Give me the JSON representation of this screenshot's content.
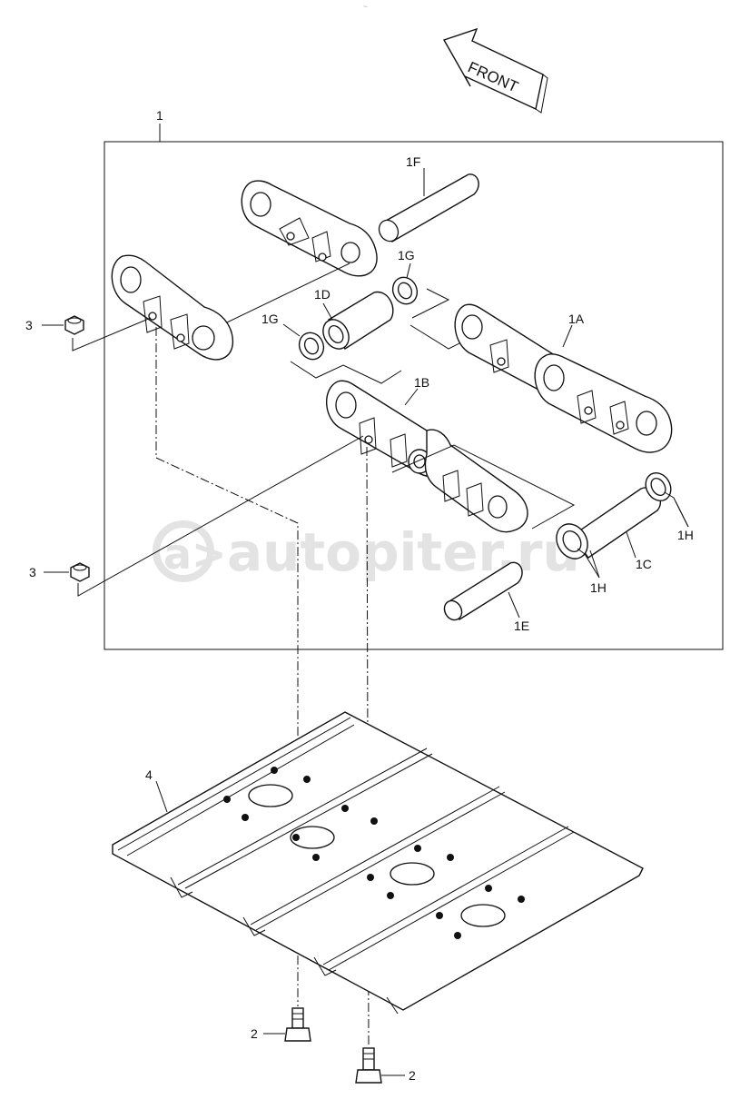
{
  "top_mark": "~",
  "front_arrow": {
    "label": "FRONT",
    "icon": "front-direction-arrow-icon"
  },
  "assembly_box": {
    "label": "1"
  },
  "callouts": {
    "part_1F": "1F",
    "part_1G_top": "1G",
    "part_1G_left": "1G",
    "part_1D": "1D",
    "part_1A": "1A",
    "part_1B": "1B",
    "part_1H_right": "1H",
    "part_1H_bottom": "1H",
    "part_1C": "1C",
    "part_1E": "1E",
    "part_3_upper": "3",
    "part_3_lower": "3",
    "part_4": "4",
    "part_2_left": "2",
    "part_2_right": "2"
  },
  "watermark": {
    "text": "autopiter.ru",
    "icon": "autopiter-logo-icon"
  },
  "colors": {
    "line": "#111111",
    "background": "#ffffff",
    "watermark": "#e3e3e3"
  }
}
